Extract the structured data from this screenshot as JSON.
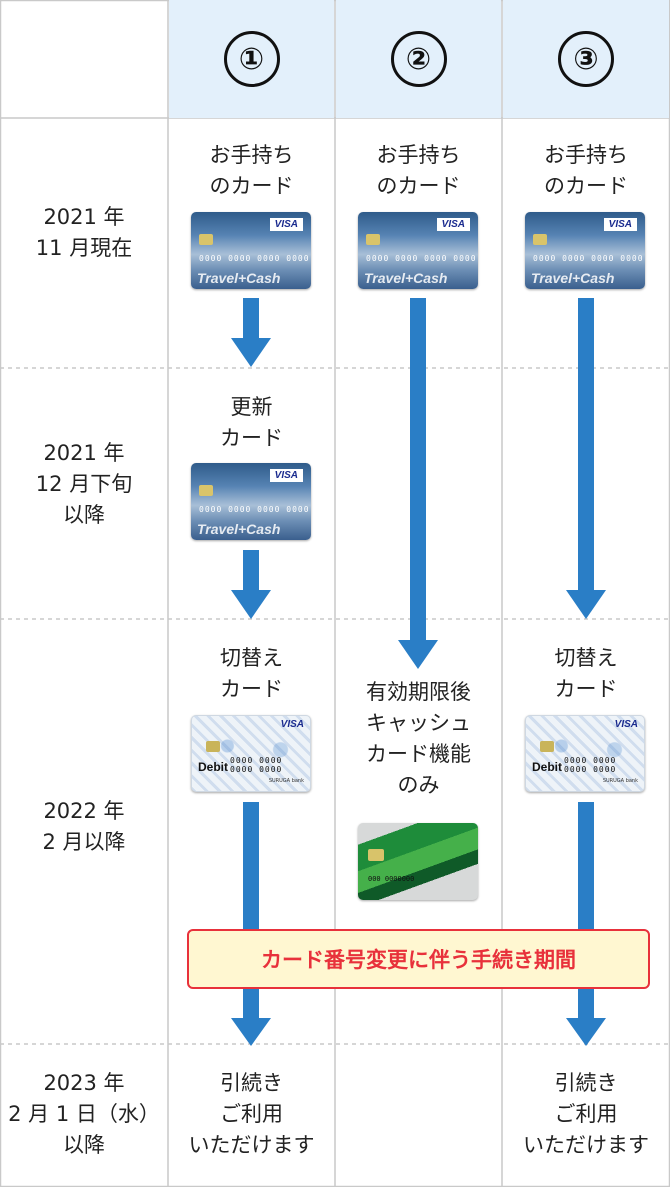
{
  "columns": [
    "①",
    "②",
    "③"
  ],
  "rows": [
    {
      "label": [
        "2021 年",
        "11 月現在"
      ]
    },
    {
      "label": [
        "2021 年",
        "12 月下旬",
        "以降"
      ]
    },
    {
      "label": [
        "2022 年",
        "2 月以降"
      ]
    },
    {
      "label": [
        "2023 年",
        "2 月 1 日（水）",
        "以降"
      ]
    }
  ],
  "cells": {
    "owned_card": [
      "お手持ち",
      "のカード"
    ],
    "renewal_card": [
      "更新",
      "カード"
    ],
    "switch_card": [
      "切替え",
      "カード"
    ],
    "cash_only": [
      "有効期限後",
      "キャッシュ",
      "カード機能",
      "のみ"
    ],
    "continue_use": [
      "引続き",
      "ご利用",
      "いただけます"
    ]
  },
  "card_art": {
    "travel_visa": "VISA",
    "travel_brand": "Travel+Cash",
    "travel_number": "0000 0000 0000 0000",
    "debit_visa": "VISA",
    "debit_label": "Debit",
    "debit_number": "0000 0000 0000 0000",
    "debit_bank": "SURUGA bank",
    "green_number": "000 0000000"
  },
  "banner": "カード番号変更に伴う手続き期間",
  "colors": {
    "header_bg": "#e3f0fb",
    "arrow": "#2a7ec6",
    "banner_border": "#e8313b",
    "banner_bg": "#fff7d1",
    "grid": "#c9c9c9"
  }
}
